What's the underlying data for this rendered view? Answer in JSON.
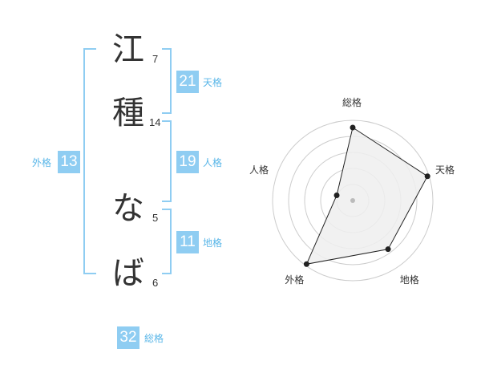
{
  "name": {
    "chars": [
      {
        "char": "江",
        "strokes": "7"
      },
      {
        "char": "種",
        "strokes": "14"
      },
      {
        "char": "な",
        "strokes": "5"
      },
      {
        "char": "ば",
        "strokes": "6"
      }
    ]
  },
  "kaku": {
    "tenkaku": {
      "value": "21",
      "label": "天格"
    },
    "jinkaku": {
      "value": "19",
      "label": "人格"
    },
    "chikaku": {
      "value": "11",
      "label": "地格"
    },
    "gaikaku": {
      "value": "13",
      "label": "外格"
    },
    "soukaku": {
      "value": "32",
      "label": "総格"
    }
  },
  "chart_data": {
    "type": "radar",
    "axes": [
      "総格",
      "天格",
      "地格",
      "外格",
      "人格"
    ],
    "values": [
      0.91,
      0.98,
      0.75,
      0.98,
      0.21
    ],
    "range": [
      0,
      1
    ],
    "rings": 5,
    "colors": {
      "fill": "#eeeeee",
      "stroke": "#222222",
      "grid": "#cccccc",
      "center": "#bbbbbb"
    }
  },
  "colors": {
    "accent": "#8fcdf2",
    "accent_text": "#59b6e8"
  }
}
